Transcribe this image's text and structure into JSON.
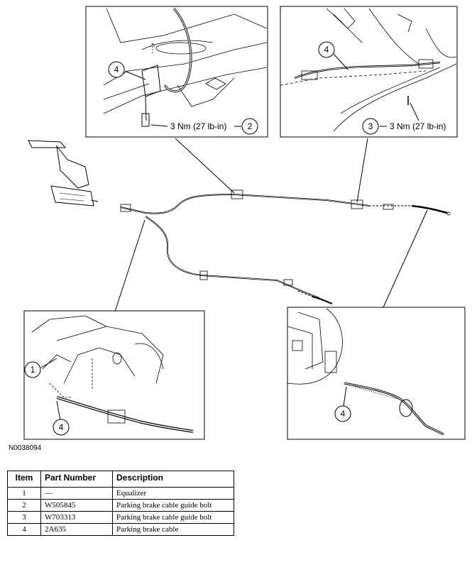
{
  "figure_id": "N0038094",
  "callouts": {
    "top_left_item": "4",
    "top_left_torque": "3 Nm (27 lb-in)",
    "top_left_ref": "2",
    "top_right_item": "4",
    "top_right_ref": "3",
    "top_right_torque": "3 Nm (27 lb-in)",
    "bottom_left_item_a": "1",
    "bottom_left_item_b": "4",
    "bottom_right_item": "4"
  },
  "table": {
    "headers": [
      "Item",
      "Part Number",
      "Description"
    ],
    "rows": [
      {
        "item": "1",
        "part": "—",
        "desc": "Equalizer"
      },
      {
        "item": "2",
        "part": "W505845",
        "desc": "Parking brake cable guide bolt"
      },
      {
        "item": "3",
        "part": "W703313",
        "desc": "Parking brake cable guide bolt"
      },
      {
        "item": "4",
        "part": "2A635",
        "desc": "Parking brake cable"
      }
    ]
  }
}
